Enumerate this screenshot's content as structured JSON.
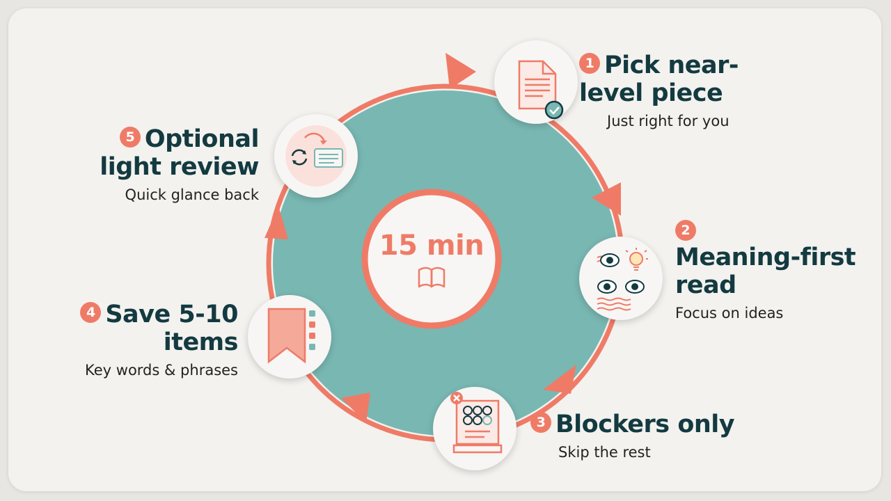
{
  "center": {
    "label": "15 min",
    "icon": "open-book-icon"
  },
  "steps": [
    {
      "number": "1",
      "title_line1": "Pick near-",
      "title_line2": "level piece",
      "subtitle": "Just right for you",
      "icon": "document-check-icon"
    },
    {
      "number": "2",
      "title_line1": "Meaning-first",
      "title_line2": "read",
      "subtitle": "Focus on ideas",
      "icon": "eyes-lightbulb-icon"
    },
    {
      "number": "3",
      "title_line1": "Blockers only",
      "title_line2": "",
      "subtitle": "Skip the rest",
      "icon": "book-grid-icon"
    },
    {
      "number": "4",
      "title_line1": "Save 5-10",
      "title_line2": "items",
      "subtitle": "Key words & phrases",
      "icon": "bookmark-icon"
    },
    {
      "number": "5",
      "title_line1": "Optional",
      "title_line2": "light review",
      "subtitle": "Quick glance back",
      "icon": "refresh-card-icon"
    }
  ],
  "colors": {
    "accent": "#ef7b67",
    "teal": "#79b7b2",
    "ink": "#133a40",
    "background": "#f3f2ef"
  }
}
